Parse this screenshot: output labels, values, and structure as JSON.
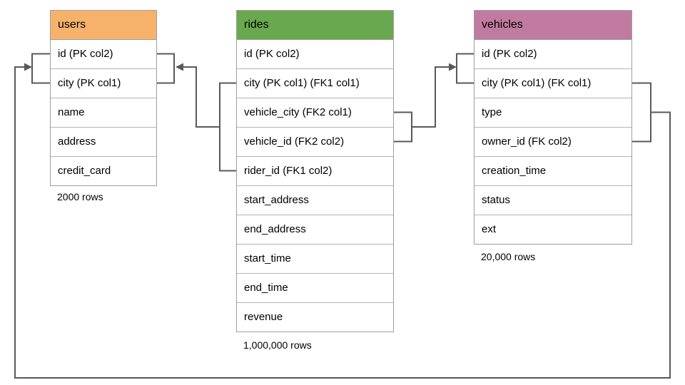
{
  "diagram": {
    "tables": [
      {
        "name": "users",
        "header_color": "#F6B26B",
        "columns": [
          "id (PK col2)",
          "city (PK col1)",
          "name",
          "address",
          "credit_card"
        ],
        "row_count": "2000 rows"
      },
      {
        "name": "rides",
        "header_color": "#6AA84F",
        "columns": [
          "id (PK col2)",
          "city (PK col1) (FK1 col1)",
          "vehicle_city (FK2 col1)",
          "vehicle_id (FK2 col2)",
          "rider_id (FK1 col2)",
          "start_address",
          "end_address",
          "start_time",
          "end_time",
          "revenue"
        ],
        "row_count": "1,000,000 rows"
      },
      {
        "name": "vehicles",
        "header_color": "#C27BA0",
        "columns": [
          "id (PK col2)",
          "city (PK col1) (FK col1)",
          "type",
          "owner_id (FK col2)",
          "creation_time",
          "status",
          "ext"
        ],
        "row_count": "20,000 rows"
      }
    ],
    "relationships": [
      {
        "name": "FK1",
        "from": "rides(city, rider_id)",
        "to": "users(city, id)"
      },
      {
        "name": "FK2",
        "from": "rides(vehicle_city, vehicle_id)",
        "to": "vehicles(city, id)"
      },
      {
        "name": "FK",
        "from": "vehicles(city, owner_id)",
        "to": "users(city, id)"
      }
    ],
    "colors": {
      "connector": "#595959",
      "table_border": "#9E9E9E",
      "background": "#FFFFFF"
    }
  }
}
